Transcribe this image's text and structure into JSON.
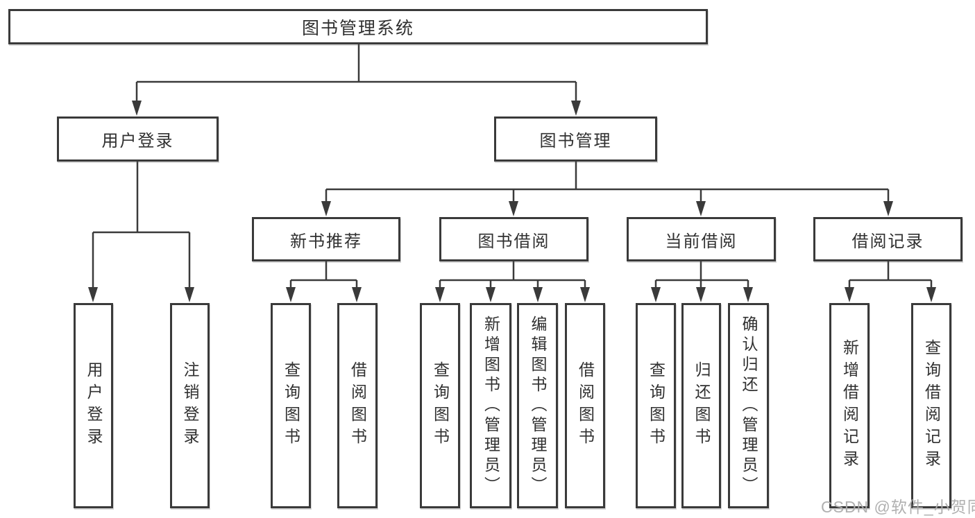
{
  "diagram": {
    "root": "图书管理系统",
    "level2": [
      "用户登录",
      "图书管理"
    ],
    "level3": [
      "新书推荐",
      "图书借阅",
      "当前借阅",
      "借阅记录"
    ],
    "leaves": [
      "用户登录",
      "注销登录",
      "查询图书",
      "借阅图书",
      "查询图书",
      "新增图书（管理员）",
      "编辑图书（管理员）",
      "借阅图书",
      "查询图书",
      "归还图书",
      "确认归还（管理员）",
      "新增借阅记录",
      "查询借阅记录"
    ]
  },
  "watermark": {
    "text": "CSDN @软件_小贺同学"
  },
  "colors": {
    "line": "#3a3a3a",
    "box_border": "#3a3a3a",
    "box_fill": "#ffffff",
    "text": "#303030",
    "watermark": "#acacac",
    "background": "#ffffff"
  }
}
